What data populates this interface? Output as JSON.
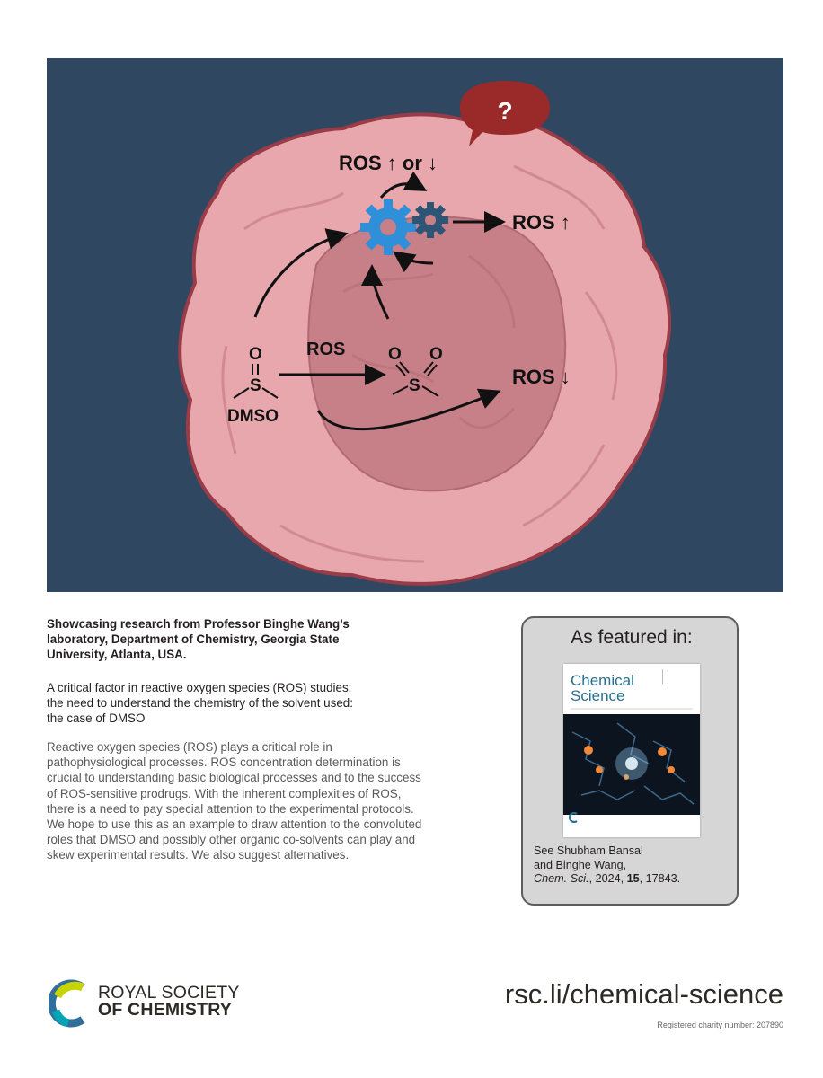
{
  "hero": {
    "label_ros_up_or_down": "ROS ↑ or ↓",
    "label_ros_up": "ROS ↑",
    "label_ros_down": "ROS ↓",
    "label_ros_arrow": "ROS",
    "label_dmso": "DMSO",
    "question_mark": "?",
    "atom_o": "O",
    "atom_s": "S",
    "colors": {
      "background": "#2f4760",
      "cell": "#e8a7ac",
      "nucleus": "#c88088",
      "gear_blue": "#2f8fd8",
      "gear_dark": "#2d5575",
      "bubble": "#9a2a2a"
    }
  },
  "text": {
    "headline": "Showcasing research from Professor Binghe Wang’s laboratory, Department of Chemistry, Georgia State University, Atlanta, USA.",
    "subtitle": "A critical factor in reactive oxygen species (ROS) studies: the need to understand the chemistry of the solvent used: the case of DMSO",
    "body": "Reactive oxygen species (ROS) plays a critical role in pathophysiological processes. ROS concentration determination is crucial to understanding basic biological processes and to the success of ROS-sensitive prodrugs. With the inherent complexities of ROS, there is a need to pay special attention to the experimental protocols. We hope to use this as an example to draw attention to the convoluted roles that DMSO and possibly other organic co-solvents can play and skew experimental results. We also suggest alternatives."
  },
  "featured": {
    "title": "As featured in:",
    "cover_title": "Chemical Science",
    "cite_line1": "See Shubham Bansal",
    "cite_line2": "and Binghe Wang,",
    "cite_journal": "Chem. Sci.",
    "cite_year": ", 2024, ",
    "cite_volume": "15",
    "cite_pages": ", 17843."
  },
  "footer": {
    "logo_line1": "ROYAL SOCIETY",
    "logo_line2": "OF CHEMISTRY",
    "site_url": "rsc.li/chemical-science",
    "charity": "Registered charity number: 207890"
  }
}
